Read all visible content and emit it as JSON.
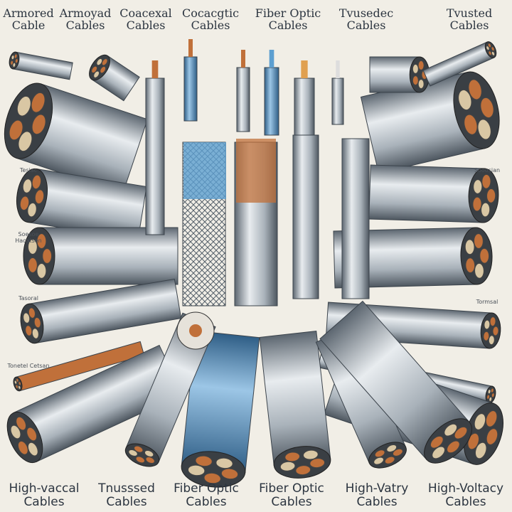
{
  "top_labels": [
    {
      "line1": "Armored",
      "line2": "Cable"
    },
    {
      "line1": "Armoyad",
      "line2": "Cables"
    },
    {
      "line1": "Coacexal",
      "line2": "Cables"
    },
    {
      "line1": "Cocacgtic",
      "line2": "Cables"
    },
    {
      "line1": "Fiber Optic",
      "line2": "Cables"
    },
    {
      "line1": "Tvusedec",
      "line2": "Cables"
    },
    {
      "line1": "Tvusted",
      "line2": "Cables"
    }
  ],
  "bottom_labels": [
    {
      "line1": "High-vaccal",
      "line2": "Cables"
    },
    {
      "line1": "Tnusssed",
      "line2": "Cables"
    },
    {
      "line1": "Fiber Optic",
      "line2": "Cables"
    },
    {
      "line1": "Fiber Optic",
      "line2": "Cables"
    },
    {
      "line1": "High-Vatry",
      "line2": "Cables"
    },
    {
      "line1": "High-Voltacy",
      "line2": "Cables"
    }
  ],
  "side_labels": [
    "Tesiac",
    "Soesoe Hacatsen",
    "Tasoral",
    "Tonetel Cetsan",
    "Sooosian",
    "Tormsal"
  ],
  "colors": {
    "background": "#f1eee6",
    "text": "#2c3540",
    "copper": "#c0703a",
    "blue": "#5d9fd0",
    "steel": "#9aa4ae"
  }
}
